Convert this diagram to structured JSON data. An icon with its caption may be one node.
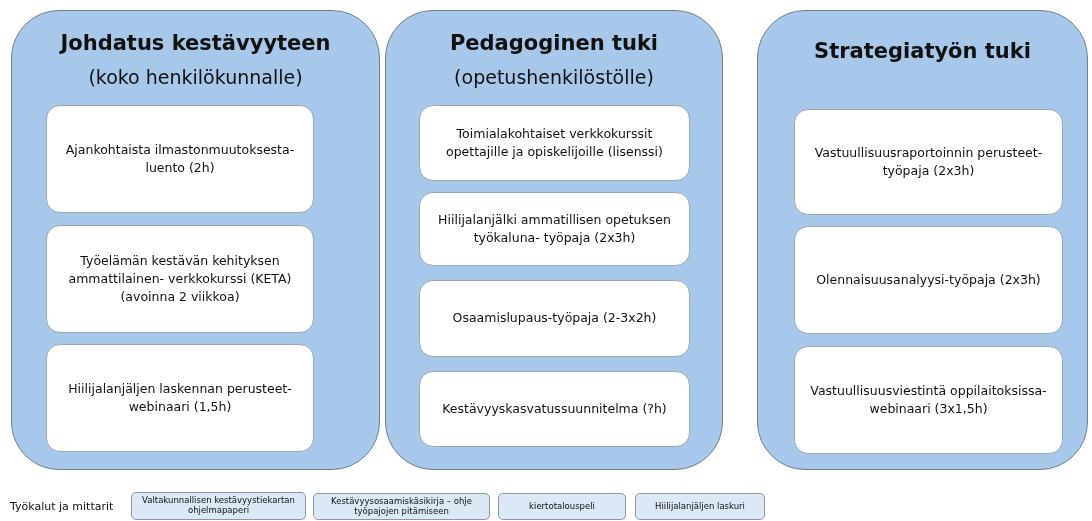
{
  "diagram": {
    "nodes": [
      {
        "text": [
          "Johdatus kestävyyteen",
          "(koko henkilökunnalle)"
        ]
      },
      {
        "text": [
          "Ajankohtaista ilmastonmuutoksesta-luento (2h)"
        ],
        "in": 0
      },
      {
        "text": [
          "Työelämän kestävän kehityksen ammattilainen- verkkokurssi (KETA) (avoinna 2 viikkoa)"
        ],
        "in": 0
      },
      {
        "text": [
          "Hiilijalanjäljen laskennan perusteet-webinaari (1,5h)"
        ],
        "in": 0
      },
      {
        "text": [
          "Pedagoginen tuki",
          "(opetushenkilöstölle)"
        ]
      },
      {
        "text": [
          "Toimialakohtaiset verkkokurssit opettajille ja opiskelijoille (lisenssi)"
        ],
        "in": 4
      },
      {
        "text": [
          "Hiilijalanjälki ammatillisen opetuksen työkaluna- työpaja (2x3h)"
        ],
        "in": 4
      },
      {
        "text": [
          "Osaamislupaus-työpaja (2-3x2h)"
        ],
        "in": 4
      },
      {
        "text": [
          "Kestävyyskasvatussuunnitelma (?h)"
        ],
        "in": 4
      },
      {
        "text": [
          "Strategiatyön tuki"
        ]
      },
      {
        "text": [
          "Vastuullisuusraportoinnin perusteet- työpaja (2x3h)"
        ],
        "in": 9
      },
      {
        "text": [
          "Olennaisuusanalyysi-työpaja (2x3h)"
        ],
        "in": 9
      },
      {
        "text": [
          "Vastuullisuusviestintä oppilaitoksissa-webinaari (3x1,5h)"
        ],
        "in": 9
      },
      {
        "text": [
          "Valtakunnallisen kestävyystiekartan ohjelmapaperi"
        ]
      },
      {
        "text": [
          "Kestävyysosaamiskäsikirja – ohje työpajojen pitämiseen"
        ]
      },
      {
        "text": [
          "kiertotalouspeli"
        ]
      },
      {
        "text": [
          "Hiilijalanjäljen laskuri"
        ]
      }
    ],
    "labels": [
      "Työkalut ja mittarit"
    ]
  }
}
